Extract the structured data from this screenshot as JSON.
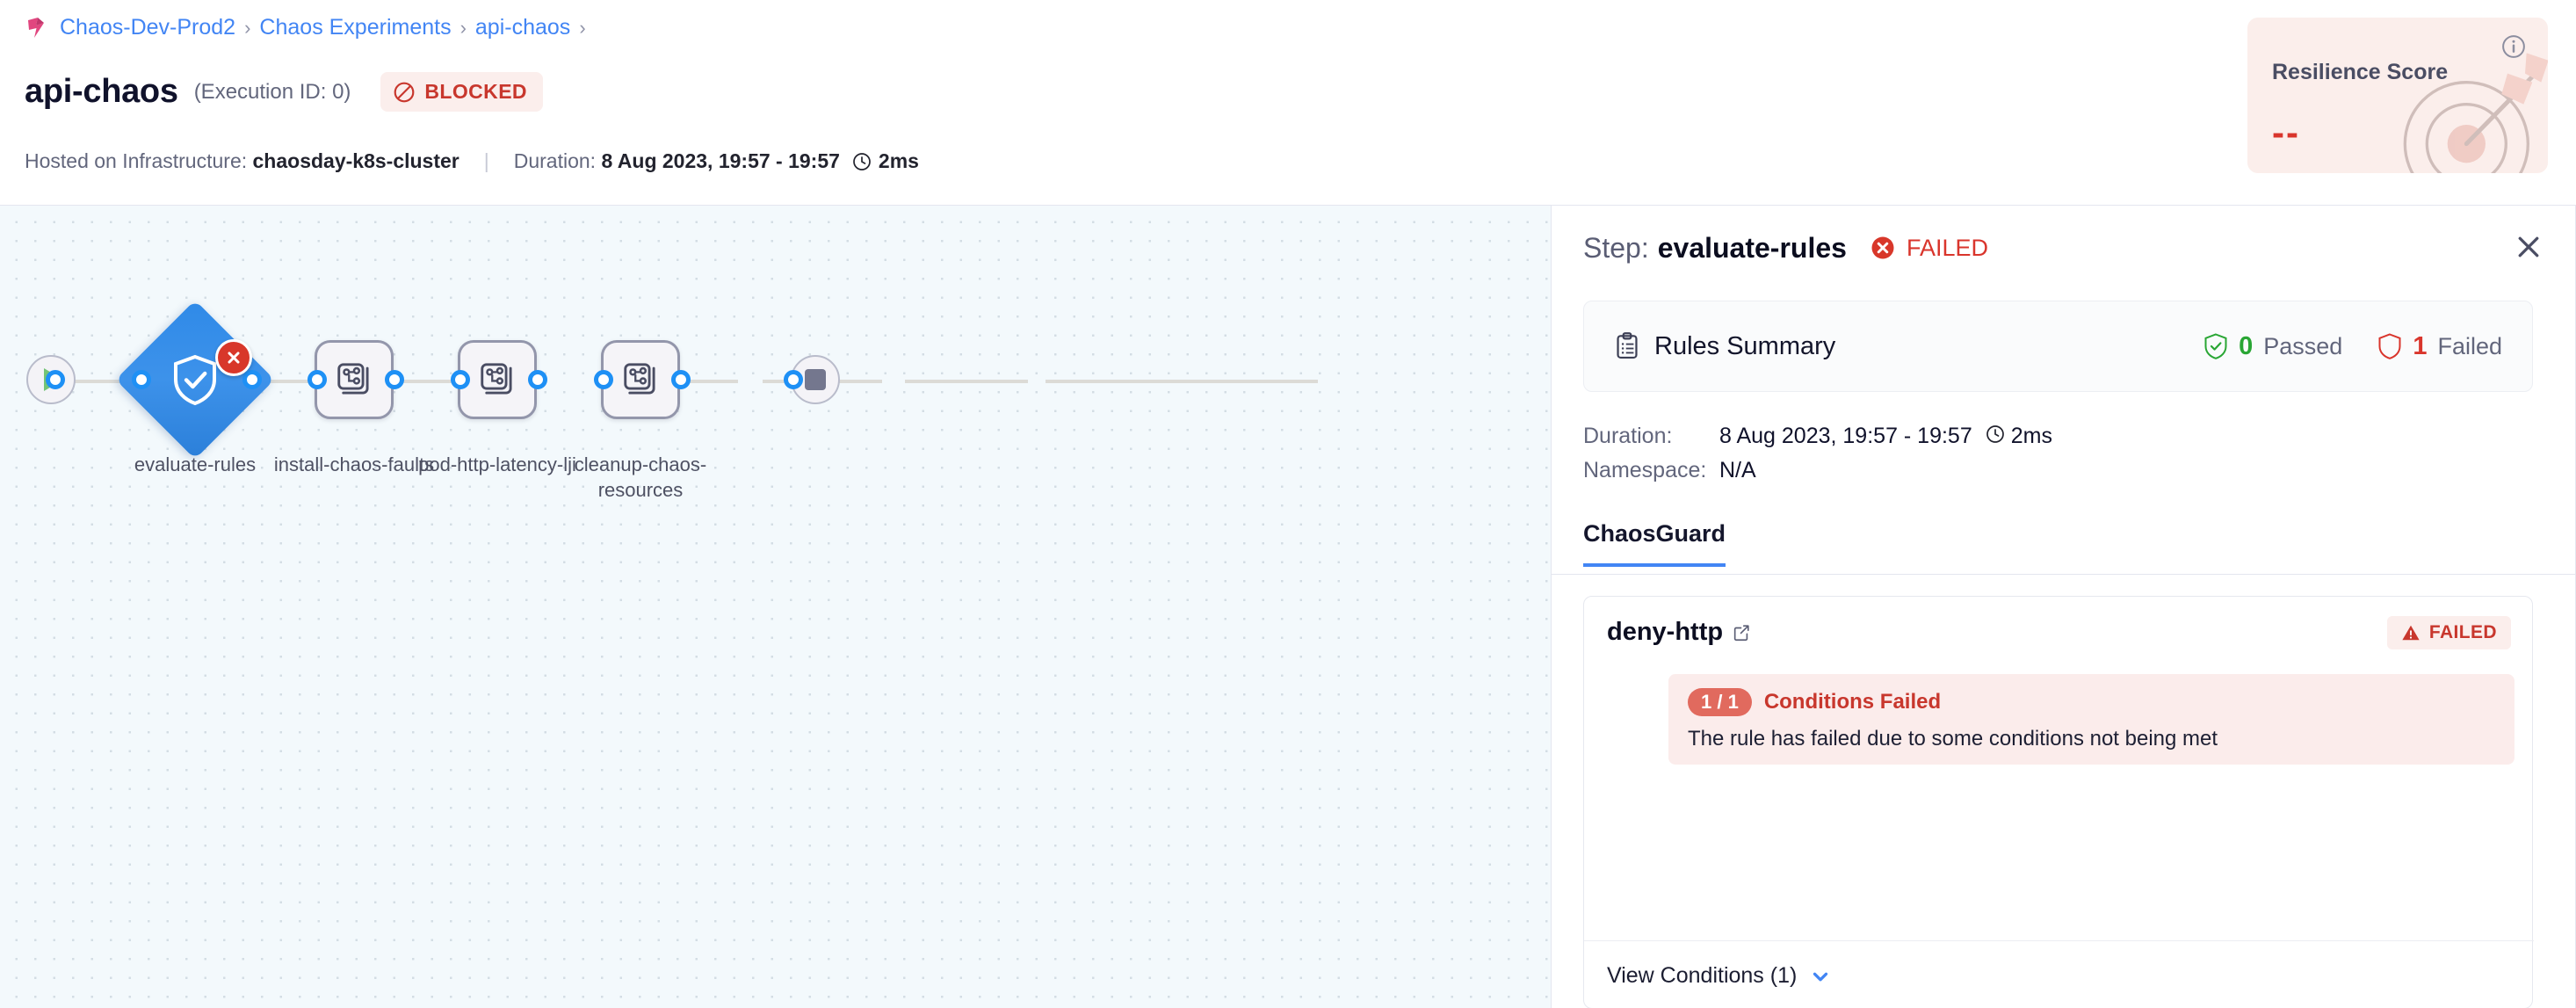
{
  "breadcrumb": {
    "logo_icon": "harness-logo-icon",
    "items": [
      {
        "label": "Chaos-Dev-Prod2"
      },
      {
        "label": "Chaos Experiments"
      },
      {
        "label": "api-chaos"
      }
    ],
    "separator": "›"
  },
  "header": {
    "title": "api-chaos",
    "execution_id": "(Execution ID: 0)",
    "status_badge": {
      "label": "BLOCKED",
      "icon": "blocked-icon",
      "color": "#c8372d",
      "bg": "#fbeeec"
    },
    "infra_label": "Hosted on Infrastructure:",
    "infra_value": "chaosday-k8s-cluster",
    "divider": "|",
    "duration_label": "Duration:",
    "duration_value": "8 Aug 2023, 19:57 - 19:57",
    "duration_ms": "2ms",
    "clock_icon": "clock-icon"
  },
  "resilience": {
    "title": "Resilience Score",
    "value": "--",
    "info_icon": "info-icon",
    "target_icon": "target-arrow-icon",
    "bg": "#fbeeeb",
    "value_color": "#d9352c"
  },
  "flow": {
    "start_icon": "play-icon",
    "end_icon": "stop-icon",
    "nodes": [
      {
        "label": "evaluate-rules",
        "type": "diamond",
        "icon": "shield-check-icon",
        "status": "failed",
        "status_icon": "error-x-icon"
      },
      {
        "label": "install-chaos-faults",
        "type": "box",
        "icon": "chaos-fault-icon",
        "status": "pending"
      },
      {
        "label": "pod-http-latency-lji",
        "type": "box",
        "icon": "chaos-fault-icon",
        "status": "pending"
      },
      {
        "label": "cleanup-chaos-resources",
        "type": "box",
        "icon": "chaos-fault-icon",
        "status": "pending"
      }
    ]
  },
  "panel": {
    "step_prefix": "Step:",
    "step_name": "evaluate-rules",
    "step_status": "FAILED",
    "step_status_icon": "error-x-icon",
    "close_icon": "close-icon",
    "rules_summary": {
      "icon": "clipboard-icon",
      "title": "Rules Summary",
      "passed_count": "0",
      "passed_label": "Passed",
      "passed_icon": "shield-check-icon",
      "failed_count": "1",
      "failed_label": "Failed",
      "failed_icon": "shield-outline-icon"
    },
    "details": {
      "duration_label": "Duration:",
      "duration_value": "8 Aug 2023, 19:57 - 19:57",
      "duration_ms": "2ms",
      "namespace_label": "Namespace:",
      "namespace_value": "N/A"
    },
    "tabs": [
      {
        "label": "ChaosGuard",
        "active": true
      }
    ],
    "rule": {
      "name": "deny-http",
      "external_link_icon": "external-link-icon",
      "badge_label": "FAILED",
      "badge_icon": "warning-triangle-icon",
      "condition_pill": "1 / 1",
      "condition_label": "Conditions Failed",
      "condition_message": "The rule has failed due to some conditions not being met",
      "view_conditions_label": "View Conditions (1)",
      "chevron_icon": "chevron-down-icon"
    }
  }
}
